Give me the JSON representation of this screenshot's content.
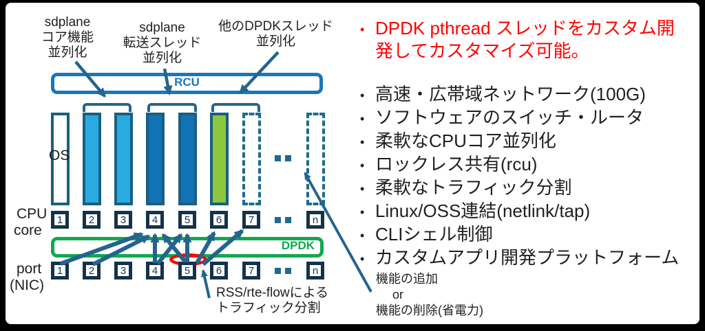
{
  "colors": {
    "arrow": "#24648d",
    "rcu": "#1b75bc",
    "dpdk": "#10a94f",
    "bar-border": "#1a5f80",
    "cyan": "#29abe2",
    "midblue": "#1272b6",
    "green": "#8cc63f",
    "navy": "#14324a",
    "dashed": "#1c6b8f",
    "red": "#ff0000",
    "ink": "#1f1f1f",
    "paper": "#ffffff",
    "frame": "#000000"
  },
  "diagram": {
    "annotations": [
      {
        "lines": [
          "sdplane",
          "コア機能",
          "並列化"
        ]
      },
      {
        "lines": [
          "sdplane",
          "転送スレッド",
          "並列化"
        ]
      },
      {
        "lines": [
          "他のDPDKスレッド",
          "並列化"
        ]
      }
    ],
    "rcu_label": "RCU",
    "dpdk_label": "DPDK",
    "os_label": "OS",
    "cpu_core_label": {
      "line1": "CPU",
      "line2": "core"
    },
    "port_label": {
      "line1": "port",
      "line2": "(NIC)"
    },
    "core_cells": [
      "1",
      "2",
      "3",
      "4",
      "5",
      "6",
      "7",
      "..",
      "n"
    ],
    "port_cells": [
      "1",
      "2",
      "3",
      "4",
      "5",
      "6",
      "7",
      "..",
      "n"
    ],
    "bar_row_ellipsis": "..",
    "rss_note": {
      "line1": "RSS/rte-flowによる",
      "line2": "トラフィック分割"
    },
    "feature_note": {
      "line1": "機能の追加",
      "line2": "or",
      "line3": "機能の削除(省電力)"
    }
  },
  "bullets": {
    "marker": "•",
    "highlight": {
      "line1": "DPDK pthread スレッドをカスタム開",
      "line2": "発してカスタマイズ可能。"
    },
    "items": [
      "高速・広帯域ネットワーク(100G)",
      "ソフトウェアのスイッチ・ルータ",
      "柔軟なCPUコア並列化",
      "ロックレス共有(rcu)",
      "柔軟なトラフィック分割",
      "Linux/OSS連結(netlink/tap)",
      "CLIシェル制御",
      "カスタムアプリ開発プラットフォーム"
    ]
  }
}
